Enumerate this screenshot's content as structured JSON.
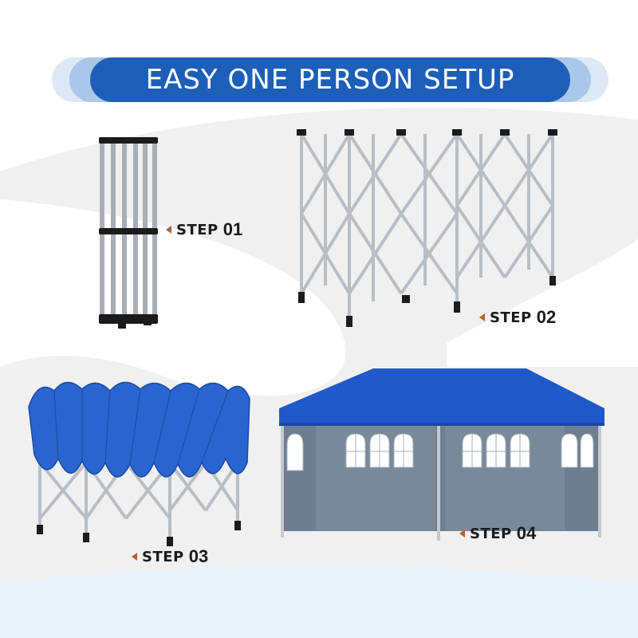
{
  "banner": {
    "title": "EASY ONE PERSON SETUP"
  },
  "steps": [
    {
      "word": "STEP",
      "number": "01"
    },
    {
      "word": "STEP",
      "number": "02"
    },
    {
      "word": "STEP",
      "number": "03"
    },
    {
      "word": "STEP",
      "number": "04"
    }
  ],
  "colors": {
    "banner_blue": "#1d5fb8",
    "banner_light": "#c7daf0",
    "canopy_blue": "#1f58c8",
    "frame_grey": "#b9bec4",
    "wall_grey": "#6f7e8f",
    "swoosh_grey": "#ececec",
    "arrow_brown": "#b0623a"
  },
  "icons": [
    "folded-frame-icon",
    "expanded-frame-icon",
    "canopy-frame-icon",
    "tent-icon"
  ]
}
